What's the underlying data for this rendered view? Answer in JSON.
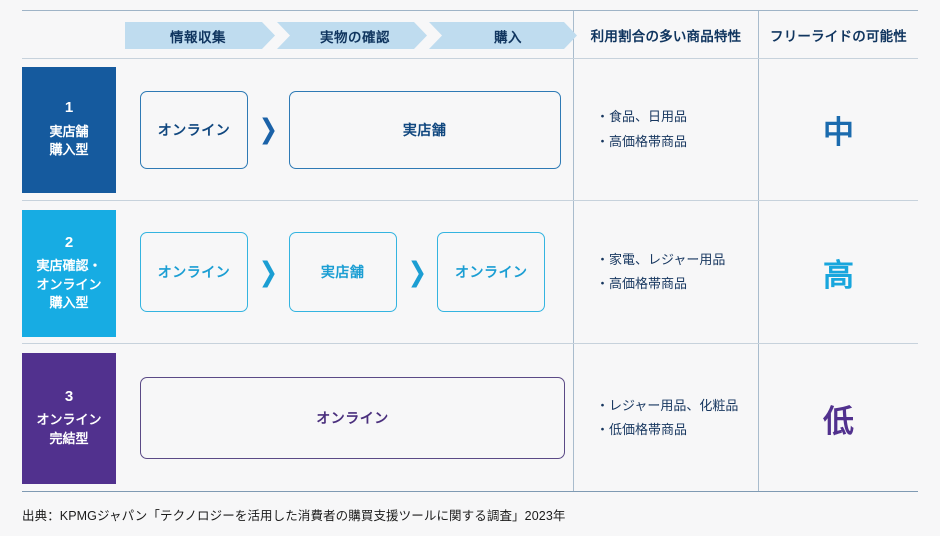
{
  "header": {
    "stages": [
      {
        "label": "情報収集"
      },
      {
        "label": "実物の確認"
      },
      {
        "label": "購入"
      }
    ],
    "columns": [
      {
        "label": "利用割合の多い商品特性"
      },
      {
        "label": "フリーライドの可能性"
      }
    ]
  },
  "rows": [
    {
      "number": "1",
      "category": "実店舗\n購入型",
      "accent_color": "#155a9e",
      "boxes": [
        {
          "label": "オンライン",
          "width": "small"
        },
        {
          "label": "実店舗",
          "width": "wide"
        }
      ],
      "arrows": [
        "❯"
      ],
      "features": [
        "・食品、日用品",
        "・高価格帯商品"
      ],
      "rating": "中"
    },
    {
      "number": "2",
      "category": "実店確認・\nオンライン\n購入型",
      "accent_color": "#17ace3",
      "boxes": [
        {
          "label": "オンライン",
          "width": "small"
        },
        {
          "label": "実店舗",
          "width": "small"
        },
        {
          "label": "オンライン",
          "width": "small"
        }
      ],
      "arrows": [
        "❯",
        "❯"
      ],
      "features": [
        "・家電、レジャー用品",
        "・高価格帯商品"
      ],
      "rating": "高"
    },
    {
      "number": "3",
      "category": "オンライン\n完結型",
      "accent_color": "#51318e",
      "boxes": [
        {
          "label": "オンライン",
          "width": "full"
        }
      ],
      "arrows": [],
      "features": [
        "・レジャー用品、化粧品",
        "・低価格帯商品"
      ],
      "rating": "低"
    }
  ],
  "footer": {
    "source": "出典：KPMGジャパン「テクノロジーを活用した消費者の購買支援ツールに関する調査」2023年"
  },
  "colors": {
    "chevron_fill": "#bfdcef",
    "header_text": "#10355f",
    "background": "#f7f7f8",
    "rule": "#a9bccd"
  }
}
